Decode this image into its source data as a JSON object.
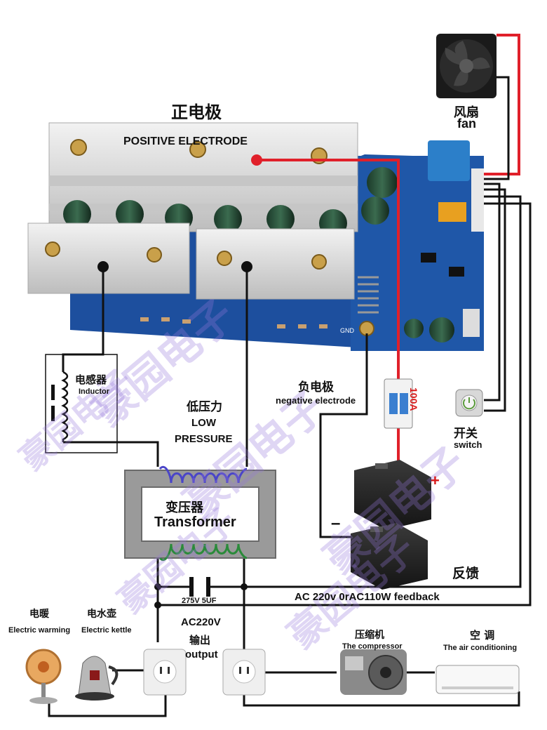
{
  "labels": {
    "positive_zh": "正电极",
    "positive_en": "POSITIVE   ELECTRODE",
    "fan_zh": "风扇",
    "fan_en": "fan",
    "inductor_zh": "电感器",
    "inductor_en": "Inductor",
    "low_zh": "低压力",
    "low_en1": "LOW",
    "low_en2": "PRESSURE",
    "negative_zh": "负电极",
    "negative_en": "negative electrode",
    "breaker": "100A",
    "switch_zh": "开关",
    "switch_en": "switch",
    "gnd": "GND",
    "plus": "+",
    "minus": "–",
    "transformer_zh": "变压器",
    "transformer_en": "Transformer",
    "feedback_zh": "反馈",
    "capacitor": "275V 5UF",
    "feedback_en": "AC 220v 0rAC110W feedback",
    "heater_zh": "电暖",
    "heater_en": "Electric warming",
    "kettle_zh": "电水壶",
    "kettle_en": "Electric kettle",
    "output_1": "AC220V",
    "output_2": "输出",
    "output_3": "output",
    "compressor_zh": "压缩机",
    "compressor_en": "The compressor",
    "ac_zh": "空 调",
    "ac_en": "The air conditioning"
  },
  "watermark": "豪园电子",
  "colors": {
    "positive_wire": "#e0202a",
    "wire": "#111111",
    "pcb": "#1d4f9e",
    "heatsink": "#d8d8d8",
    "coil_primary": "#4a45c8",
    "coil_secondary": "#2a8a3a",
    "watermark": "#9678dc"
  }
}
